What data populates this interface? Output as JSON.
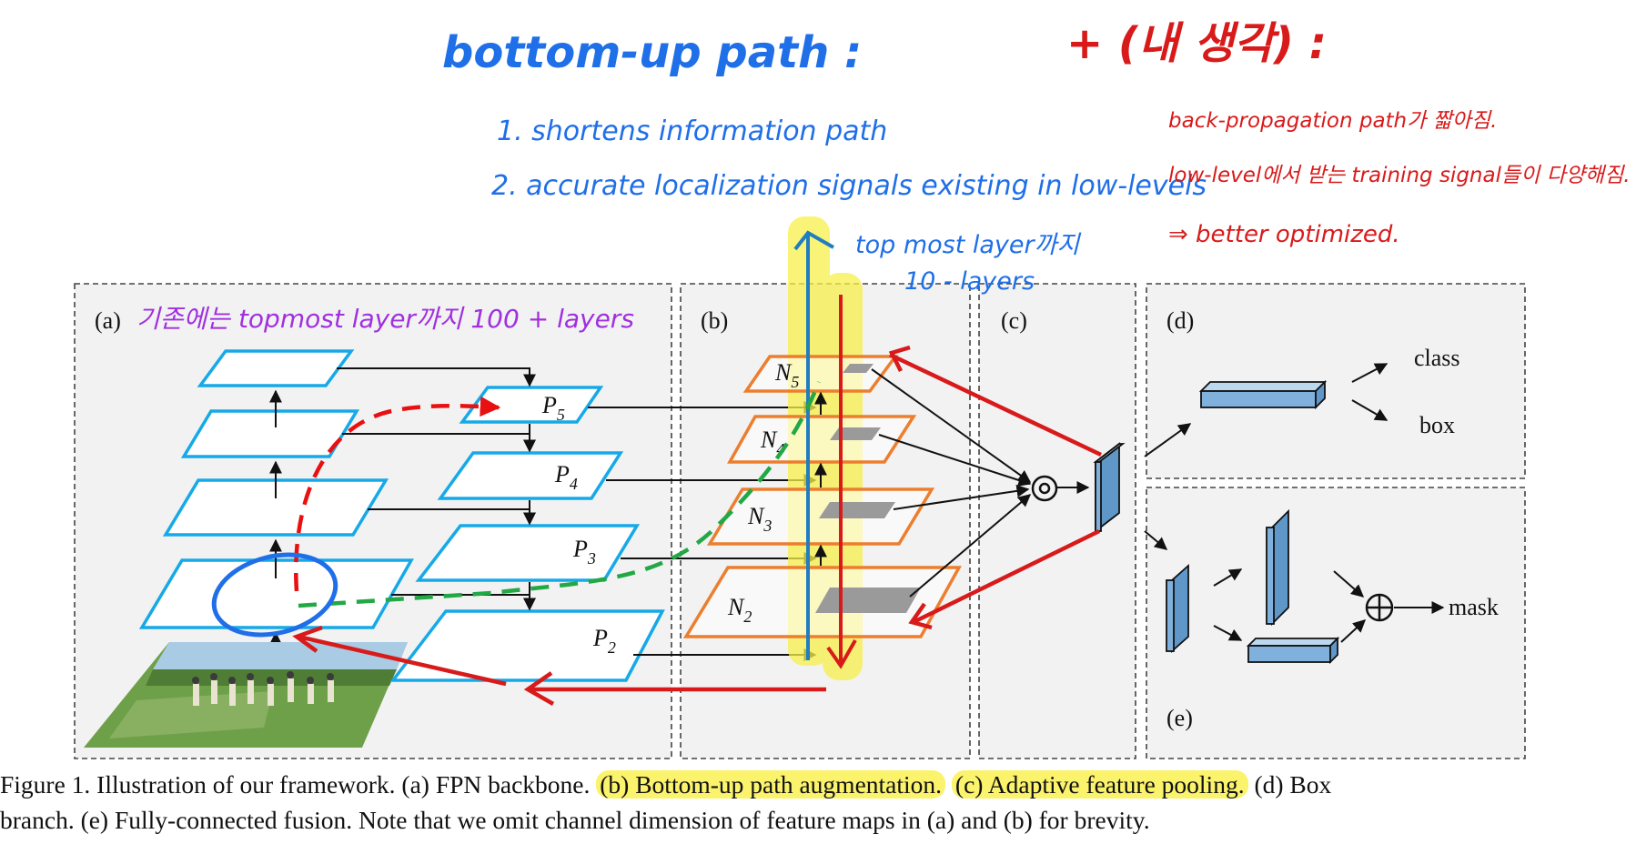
{
  "annotations": {
    "bottom_up_title": "bottom-up path :",
    "point1": "1. shortens information path",
    "point2": "2. accurate localization signals existing in low-levels",
    "my_thought_title": "+ (내 생각) :",
    "thought1": "back-propagation path가 짧아짐.",
    "thought2": "low-level에서 받는 training signal들이 다양해짐.",
    "thought3": "⇒ better optimized.",
    "topmost_layers_10": "top most layer까지",
    "topmost_layers_10b": "10 - layers",
    "panel_a_note": "기존에는 topmost layer까지 100 + layers"
  },
  "panels": {
    "a": "(a)",
    "b": "(b)",
    "c": "(c)",
    "d": "(d)",
    "e": "(e)"
  },
  "labels": {
    "p5": "P",
    "p5_sub": "5",
    "p4": "P",
    "p4_sub": "4",
    "p3": "P",
    "p3_sub": "3",
    "p2": "P",
    "p2_sub": "2",
    "n5": "N",
    "n5_sub": "5",
    "n4": "N",
    "n4_sub": "4",
    "n3": "N",
    "n3_sub": "3",
    "n2": "N",
    "n2_sub": "2",
    "class": "class",
    "box": "box",
    "mask": "mask"
  },
  "caption": {
    "part1": "Figure 1. Illustration of our framework.  (a) FPN backbone.",
    "hl1": "(b) Bottom-up path augmentation.",
    "hl2": "(c) Adaptive feature pooling.",
    "part2": "(d) Box",
    "line2": "branch. (e) Fully-connected fusion. Note that we omit channel dimension of feature maps in (a) and (b) for brevity."
  },
  "colors": {
    "cyan_map": "#16a9e8",
    "orange_map": "#ec7e2e",
    "red_annot": "#d81a1a",
    "blue_annot": "#1f6fe8",
    "green_dash": "#22a845",
    "highlight": "#fbf36b",
    "feature_block": "#7fb1dc"
  }
}
